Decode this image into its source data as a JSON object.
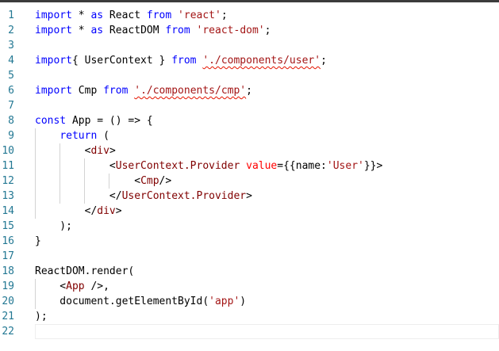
{
  "colors": {
    "keyword": "#0000ff",
    "string": "#a31515",
    "identifier": "#000000",
    "tag": "#800000",
    "attribute": "#ff0000",
    "line_number": "#237893",
    "error_squiggle": "#e51400"
  },
  "lines": [
    {
      "num": "1",
      "tokens": [
        {
          "t": "import",
          "c": "kw"
        },
        {
          "t": " * ",
          "c": "plain"
        },
        {
          "t": "as",
          "c": "kw"
        },
        {
          "t": " React ",
          "c": "plain"
        },
        {
          "t": "from",
          "c": "kw"
        },
        {
          "t": " ",
          "c": "plain"
        },
        {
          "t": "'react'",
          "c": "str"
        },
        {
          "t": ";",
          "c": "plain"
        }
      ]
    },
    {
      "num": "2",
      "tokens": [
        {
          "t": "import",
          "c": "kw"
        },
        {
          "t": " * ",
          "c": "plain"
        },
        {
          "t": "as",
          "c": "kw"
        },
        {
          "t": " ReactDOM ",
          "c": "plain"
        },
        {
          "t": "from",
          "c": "kw"
        },
        {
          "t": " ",
          "c": "plain"
        },
        {
          "t": "'react-dom'",
          "c": "str"
        },
        {
          "t": ";",
          "c": "plain"
        }
      ]
    },
    {
      "num": "3",
      "tokens": []
    },
    {
      "num": "4",
      "tokens": [
        {
          "t": "import",
          "c": "kw"
        },
        {
          "t": "{ UserContext } ",
          "c": "plain"
        },
        {
          "t": "from",
          "c": "kw"
        },
        {
          "t": " ",
          "c": "plain"
        },
        {
          "t": "'./components/user'",
          "c": "str",
          "sq": true
        },
        {
          "t": ";",
          "c": "plain"
        }
      ]
    },
    {
      "num": "5",
      "tokens": []
    },
    {
      "num": "6",
      "tokens": [
        {
          "t": "import",
          "c": "kw"
        },
        {
          "t": " Cmp ",
          "c": "plain"
        },
        {
          "t": "from",
          "c": "kw"
        },
        {
          "t": " ",
          "c": "plain"
        },
        {
          "t": "'./components/cmp'",
          "c": "str",
          "sq": true
        },
        {
          "t": ";",
          "c": "plain"
        }
      ]
    },
    {
      "num": "7",
      "tokens": []
    },
    {
      "num": "8",
      "tokens": [
        {
          "t": "const",
          "c": "kw"
        },
        {
          "t": " App = () => {",
          "c": "plain"
        }
      ]
    },
    {
      "num": "9",
      "tokens": [
        {
          "t": "    ",
          "c": "plain"
        },
        {
          "t": "return",
          "c": "kw"
        },
        {
          "t": " (",
          "c": "plain"
        }
      ]
    },
    {
      "num": "10",
      "tokens": [
        {
          "t": "        <",
          "c": "plain"
        },
        {
          "t": "div",
          "c": "tag"
        },
        {
          "t": ">",
          "c": "plain"
        }
      ]
    },
    {
      "num": "11",
      "tokens": [
        {
          "t": "            <",
          "c": "plain"
        },
        {
          "t": "UserContext.Provider",
          "c": "tag"
        },
        {
          "t": " ",
          "c": "plain"
        },
        {
          "t": "value",
          "c": "attr"
        },
        {
          "t": "={{name:",
          "c": "plain"
        },
        {
          "t": "'User'",
          "c": "str"
        },
        {
          "t": "}}>",
          "c": "plain"
        }
      ]
    },
    {
      "num": "12",
      "tokens": [
        {
          "t": "                <",
          "c": "plain"
        },
        {
          "t": "Cmp",
          "c": "tag"
        },
        {
          "t": "/>",
          "c": "plain"
        }
      ]
    },
    {
      "num": "13",
      "tokens": [
        {
          "t": "            </",
          "c": "plain"
        },
        {
          "t": "UserContext.Provider",
          "c": "tag"
        },
        {
          "t": ">",
          "c": "plain"
        }
      ]
    },
    {
      "num": "14",
      "tokens": [
        {
          "t": "        </",
          "c": "plain"
        },
        {
          "t": "div",
          "c": "tag"
        },
        {
          "t": ">",
          "c": "plain"
        }
      ]
    },
    {
      "num": "15",
      "tokens": [
        {
          "t": "    );",
          "c": "plain"
        }
      ]
    },
    {
      "num": "16",
      "tokens": [
        {
          "t": "}",
          "c": "plain"
        }
      ]
    },
    {
      "num": "17",
      "tokens": []
    },
    {
      "num": "18",
      "tokens": [
        {
          "t": "ReactDOM.render(",
          "c": "plain"
        }
      ]
    },
    {
      "num": "19",
      "tokens": [
        {
          "t": "    <",
          "c": "plain"
        },
        {
          "t": "App",
          "c": "tag"
        },
        {
          "t": " />,",
          "c": "plain"
        }
      ]
    },
    {
      "num": "20",
      "tokens": [
        {
          "t": "    document.getElementById(",
          "c": "plain"
        },
        {
          "t": "'app'",
          "c": "str"
        },
        {
          "t": ")",
          "c": "plain"
        }
      ]
    },
    {
      "num": "21",
      "tokens": [
        {
          "t": ");",
          "c": "plain"
        }
      ]
    },
    {
      "num": "22",
      "tokens": []
    }
  ]
}
